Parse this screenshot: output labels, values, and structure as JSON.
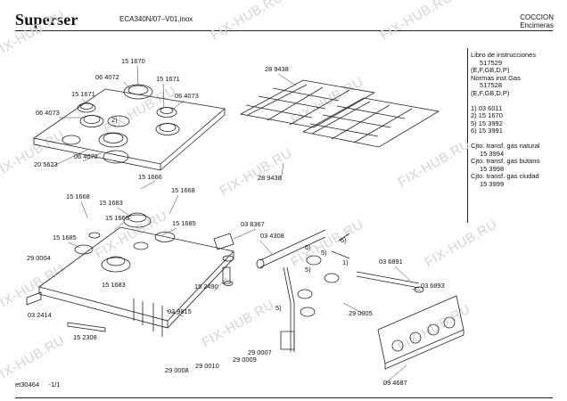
{
  "header": {
    "brand": "Superser",
    "model": "ECA340N/07–V01,inox",
    "category": "COCCION",
    "subcategory": "Encimeras"
  },
  "legend": [
    {
      "text": "Libro de instrucciones",
      "indent": false
    },
    {
      "text": "517529",
      "indent": true
    },
    {
      "text": "(E,F,GB,D,P)",
      "indent": false
    },
    {
      "text": "Normas inst.Gas",
      "indent": false
    },
    {
      "text": "517528",
      "indent": true
    },
    {
      "text": "(E,F,GB,D,P)",
      "indent": false
    },
    {
      "text": "",
      "indent": false
    },
    {
      "text": "1)  03 6011",
      "indent": false
    },
    {
      "text": "2)  15 1670",
      "indent": false
    },
    {
      "text": "5)  15 3992",
      "indent": false
    },
    {
      "text": "6)  15 3991",
      "indent": false
    },
    {
      "text": "",
      "indent": false
    },
    {
      "text": "Cjto. transf. gas natural",
      "indent": false
    },
    {
      "text": "15 3994",
      "indent": true
    },
    {
      "text": "Cjto. transf. gas butano",
      "indent": false
    },
    {
      "text": "15 3998",
      "indent": true
    },
    {
      "text": "Cjto. transf. gas ciudad",
      "indent": false
    },
    {
      "text": "15 3999",
      "indent": true
    }
  ],
  "part_labels": [
    "15 1670",
    "06 4072",
    "15 1671",
    "15 1671",
    "06 4073",
    "06 4073",
    "2)",
    "06 4072",
    "20 5623",
    "28 9438",
    "28 9438",
    "15 1666",
    "15 1668",
    "15 1668",
    "15 1683",
    "15 1666",
    "15 1685",
    "15 1685",
    "29 0004",
    "15 1683",
    "03 8367",
    "03 4308",
    "6)",
    "5)",
    "1)",
    "03 6891",
    "6)",
    "5)",
    "5)",
    "15 2490",
    "03 6893",
    "03 2414",
    "15 2308",
    "03 9815",
    "29 0005",
    "29 0007",
    "29 0009",
    "29 0008",
    "29 0010",
    "09 4687"
  ],
  "watermark": "FIX-HUB.RU",
  "footer": {
    "code": "et30464",
    "page": "-1/1"
  }
}
